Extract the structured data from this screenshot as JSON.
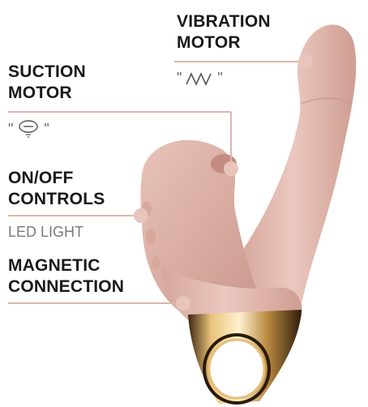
{
  "labels": {
    "vibration_motor": [
      "VIBRATION",
      "MOTOR"
    ],
    "suction_motor": [
      "SUCTION",
      "MOTOR"
    ],
    "on_off_controls": [
      "ON/OFF",
      "CONTROLS"
    ],
    "led_light": "LED LIGHT",
    "magnetic_connection": [
      "MAGNETIC",
      "CONNECTION"
    ]
  },
  "icons": {
    "vibration": "zigzag-wave-icon",
    "suction": "suction-cup-icon"
  },
  "quote_mark": "\"",
  "colors": {
    "body": "#e6c1b7",
    "body_shadow": "#cfa095",
    "line": "#dcb6ad",
    "dot": "#e2b8ae",
    "metal": "#c99b57",
    "metal_dark": "#5a3d1a"
  }
}
